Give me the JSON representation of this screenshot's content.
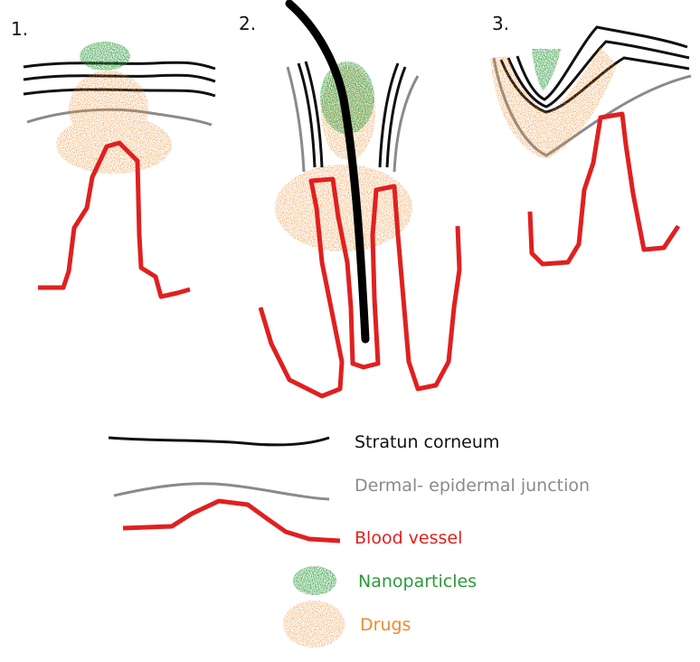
{
  "panels": [
    {
      "number": "1."
    },
    {
      "number": "2."
    },
    {
      "number": "3."
    }
  ],
  "legend": {
    "stratum": "Stratun corneum",
    "junction": "Dermal- epidermal junction",
    "vessel": "Blood vessel",
    "nanoparticles": "Nanoparticles",
    "drugs": "Drugs"
  },
  "colors": {
    "stratum": "#111111",
    "junction": "#8a8a8a",
    "vessel": "#e02020",
    "nanoparticles": "#2a9a3a",
    "drugs": "#f08a2a",
    "hair": "#000000"
  }
}
